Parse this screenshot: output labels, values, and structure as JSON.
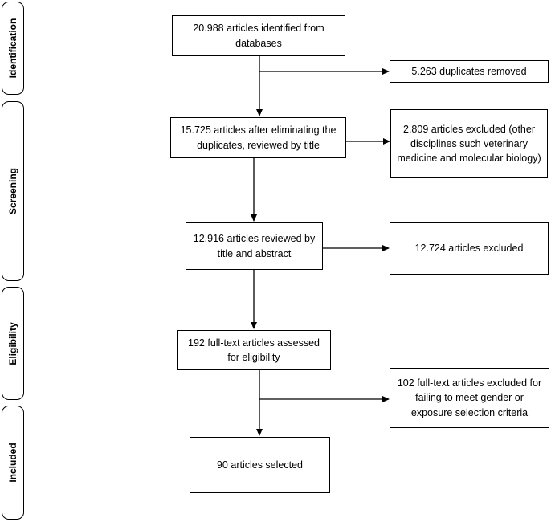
{
  "phases": [
    {
      "label": "Identification"
    },
    {
      "label": "Screening"
    },
    {
      "label": "Eligibility"
    },
    {
      "label": "Included"
    }
  ],
  "boxes": {
    "identified": "20.988 articles identified from databases",
    "duplicates_removed": "5.263 duplicates removed",
    "after_duplicates": "15.725 articles after eliminating the duplicates, reviewed by title",
    "excluded_title": "2.809 articles excluded (other disciplines such veterinary medicine and molecular biology)",
    "reviewed_abstract": "12.916 articles reviewed by title and abstract",
    "excluded_abstract": "12.724 articles excluded",
    "fulltext_assessed": "192 full-text articles assessed for eligibility",
    "fulltext_excluded": "102 full-text articles excluded for failing to meet gender or exposure selection criteria",
    "selected": "90 articles selected"
  }
}
